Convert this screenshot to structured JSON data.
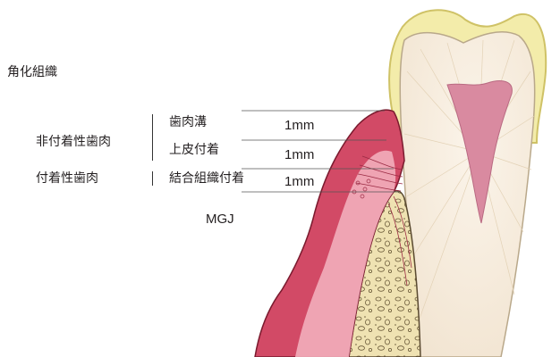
{
  "labels": {
    "keratinized_gingiva": "角化組織",
    "free_gingiva": "非付着性歯肉",
    "attached_gingiva": "付着性歯肉",
    "gingival_sulcus": "歯肉溝",
    "epithelial_attachment": "上皮付着",
    "connective_tissue_attachment": "結合組織付着",
    "mgj": "MGJ"
  },
  "measurements": {
    "sulcus_depth": "1mm",
    "epithelial_width": "1mm",
    "connective_width": "1mm"
  },
  "colors": {
    "enamel": "#f3ecaa",
    "enamel_outline": "#d9cf6a",
    "dentin": "#f6ecdc",
    "pulp": "#d98aa0",
    "gingiva_dark": "#d24a66",
    "gingiva_light": "#f1a9b6",
    "bone": "#efe3b4",
    "pdl": "#f0c7cf"
  }
}
